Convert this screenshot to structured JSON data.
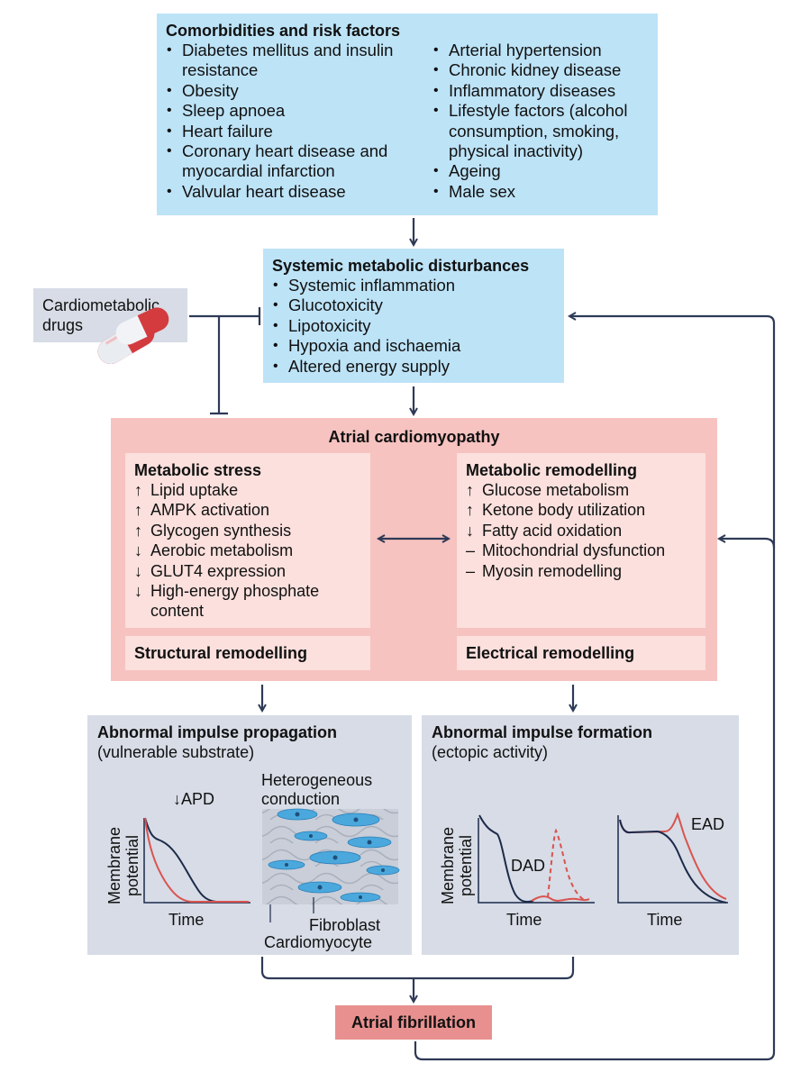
{
  "risk": {
    "title": "Comorbidities and risk factors",
    "left": [
      "Diabetes mellitus and insulin resistance",
      "Obesity",
      "Sleep apnoea",
      "Heart failure",
      "Coronary heart disease and myocardial infarction",
      "Valvular heart disease"
    ],
    "right": [
      "Arterial hypertension",
      "Chronic kidney disease",
      "Inflammatory diseases",
      "Lifestyle factors (alcohol consumption, smoking, physical inactivity)",
      "Ageing",
      "Male sex"
    ]
  },
  "systemic": {
    "title": "Systemic metabolic disturbances",
    "items": [
      "Systemic inflammation",
      "Glucotoxicity",
      "Lipotoxicity",
      "Hypoxia and ischaemia",
      "Altered energy supply"
    ]
  },
  "drugs": {
    "label": "Cardiometabolic drugs"
  },
  "cardiomyopathy": {
    "title": "Atrial cardiomyopathy",
    "stress": {
      "title": "Metabolic stress",
      "items": [
        {
          "sym": "↑",
          "text": "Lipid uptake"
        },
        {
          "sym": "↑",
          "text": "AMPK activation"
        },
        {
          "sym": "↑",
          "text": "Glycogen synthesis"
        },
        {
          "sym": "↓",
          "text": "Aerobic metabolism"
        },
        {
          "sym": "↓",
          "text": "GLUT4 expression"
        },
        {
          "sym": "↓",
          "text": "High-energy phosphate content"
        }
      ]
    },
    "remodelling": {
      "title": "Metabolic remodelling",
      "items": [
        {
          "sym": "↑",
          "text": "Glucose metabolism"
        },
        {
          "sym": "↑",
          "text": "Ketone body utilization"
        },
        {
          "sym": "↓",
          "text": "Fatty acid oxidation"
        },
        {
          "sym": "–",
          "text": "Mitochondrial dysfunction"
        },
        {
          "sym": "–",
          "text": "Myosin remodelling"
        }
      ]
    },
    "structural": "Structural remodelling",
    "electrical": "Electrical remodelling"
  },
  "propagation": {
    "title": "Abnormal impulse propagation",
    "subtitle": "(vulnerable substrate)",
    "apd": "↓APD",
    "ylabel": "Membrane potential",
    "xlabel": "Time",
    "hetero": "Heterogeneous conduction",
    "fibroblast": "Fibroblast",
    "cardiomyocyte": "Cardiomyocyte"
  },
  "formation": {
    "title": "Abnormal impulse formation",
    "subtitle": "(ectopic activity)",
    "ylabel": "Membrane potential",
    "dad": "DAD",
    "ead": "EAD",
    "xlabel1": "Time",
    "xlabel2": "Time"
  },
  "af": {
    "label": "Atrial fibrillation"
  },
  "colors": {
    "blue": "#bde3f7",
    "pink": "#f6c3c0",
    "pink_inner": "#fbe0dd",
    "grey": "#d7dce6",
    "arrow": "#2e3a56",
    "red_trace": "#d9534f",
    "navy_trace": "#1c2a4a",
    "af_box": "#e8908f"
  }
}
